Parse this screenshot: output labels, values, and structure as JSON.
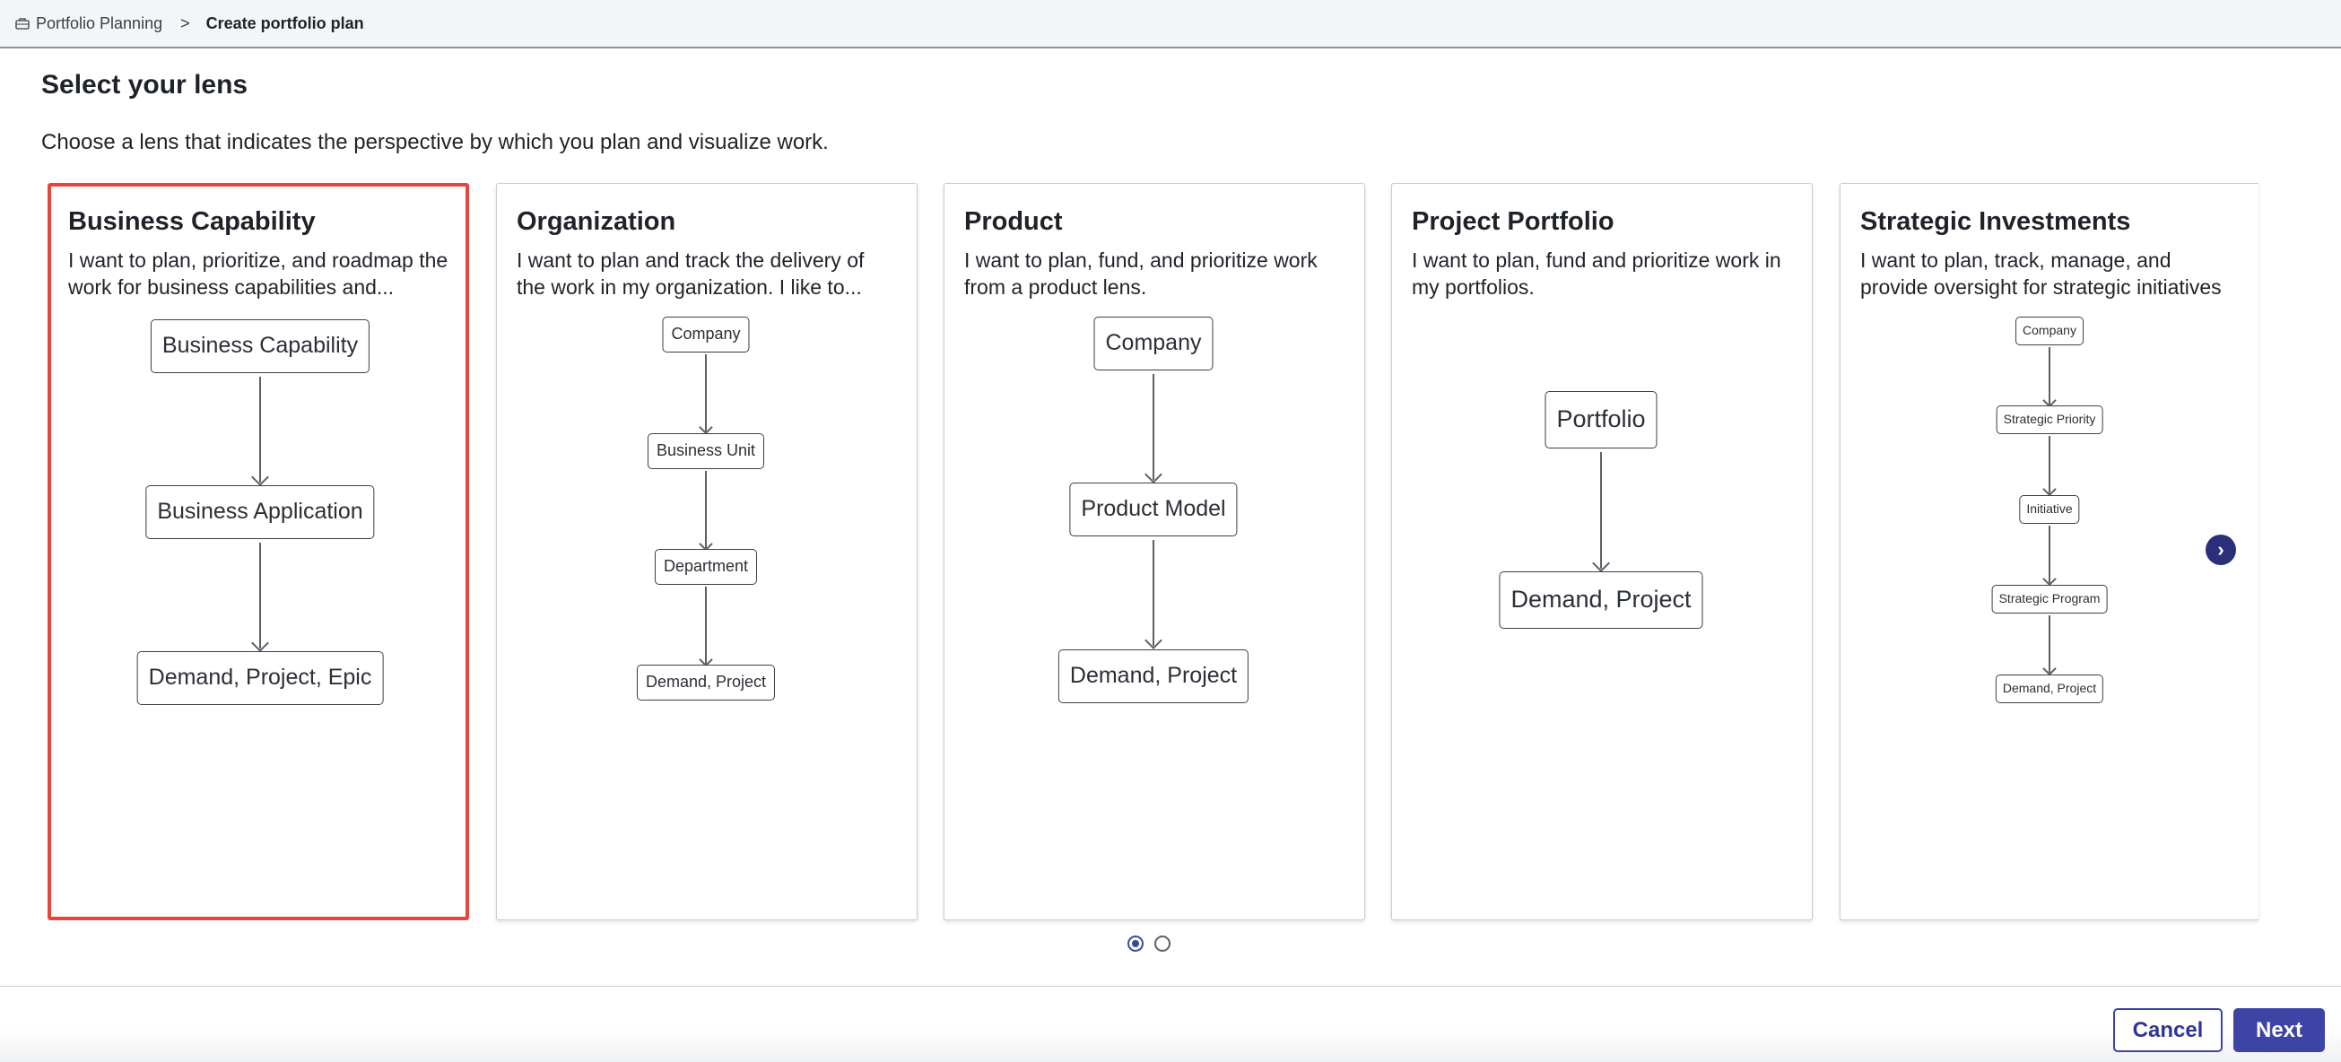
{
  "breadcrumb": {
    "root_label": "Portfolio Planning",
    "separator": ">",
    "current_label": "Create portfolio plan"
  },
  "page": {
    "title": "Select your lens",
    "subtitle": "Choose a lens that indicates the perspective by which you plan and visualize work."
  },
  "cards": [
    {
      "title": "Business Capability",
      "description": "I want to plan, prioritize, and roadmap the work for business capabilities and...",
      "selected": true,
      "nodes": [
        "Business Capability",
        "Business Application",
        "Demand, Project, Epic"
      ]
    },
    {
      "title": "Organization",
      "description": "I want to plan and track the delivery of the work in my organization. I like to...",
      "selected": false,
      "nodes": [
        "Company",
        "Business Unit",
        "Department",
        "Demand, Project"
      ]
    },
    {
      "title": "Product",
      "description": "I want to plan, fund, and prioritize work from a product lens.",
      "selected": false,
      "nodes": [
        "Company",
        "Product Model",
        "Demand, Project"
      ]
    },
    {
      "title": "Project Portfolio",
      "description": "I want to plan, fund and prioritize work in my portfolios.",
      "selected": false,
      "nodes": [
        "Portfolio",
        "Demand, Project"
      ]
    },
    {
      "title": "Strategic Investments",
      "description": "I want to plan, track, manage, and provide oversight for strategic initiatives",
      "selected": false,
      "nodes": [
        "Company",
        "Strategic Priority",
        "Initiative",
        "Strategic Program",
        "Demand, Project"
      ]
    }
  ],
  "carousel": {
    "next_icon": "chevron-right-icon",
    "next_glyph": "›",
    "pages": 2,
    "active_page": 1
  },
  "footer": {
    "cancel_label": "Cancel",
    "next_label": "Next"
  },
  "colors": {
    "accent": "#3e44a6",
    "selected_border": "#e8453c",
    "carousel_button": "#2b2f7a"
  }
}
